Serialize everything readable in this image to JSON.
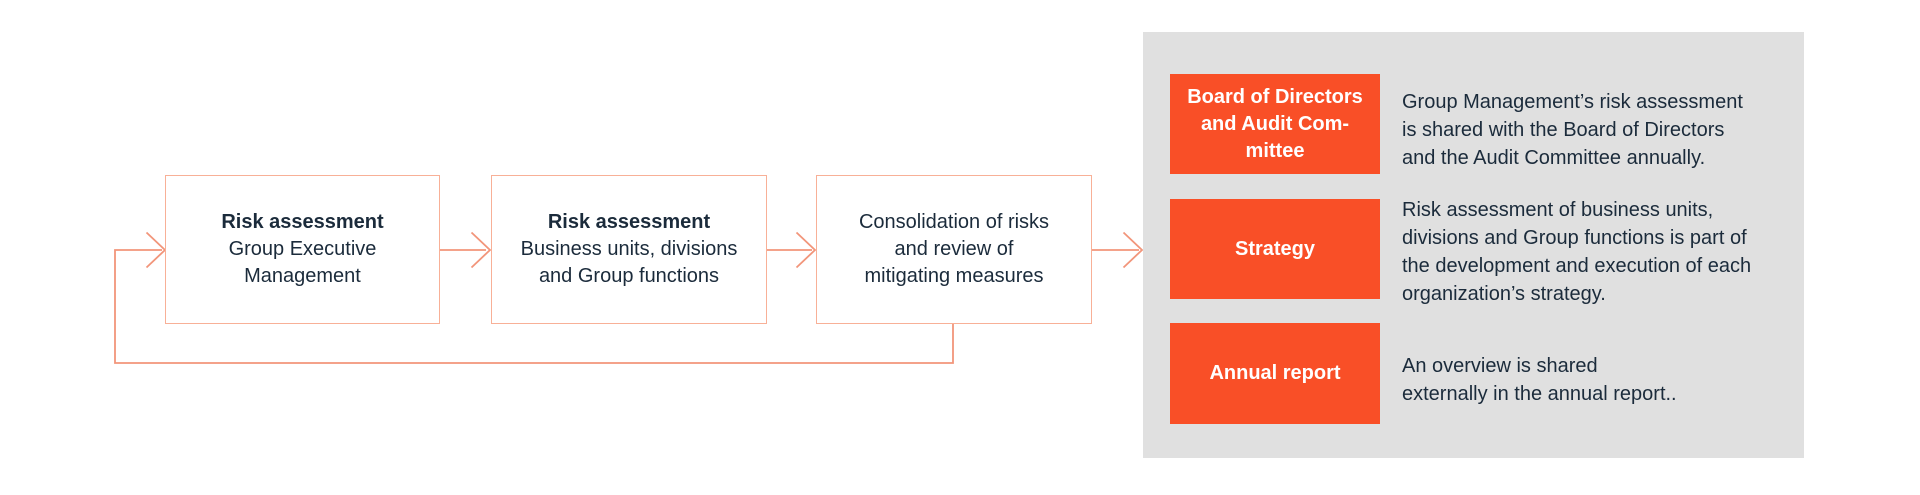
{
  "colors": {
    "accent_orange": "#F94F27",
    "panel_gray": "#E0E0E0",
    "text_dark": "#1B2B3B",
    "text_white": "#FFFFFF",
    "flow_box_bg": "#FFFFFF",
    "box_border_salmon": "#F8B097",
    "connector_salmon": "#F2957A"
  },
  "flow": {
    "boxes": [
      {
        "title": "Risk assessment",
        "body": "Group Executive\nManagement"
      },
      {
        "title": "Risk assessment",
        "body": "Business units, divisions\nand Group functions"
      },
      {
        "title": "",
        "body": "Consolidation of risks\nand review of\nmitigating measures"
      }
    ]
  },
  "panel": {
    "rows": [
      {
        "label": "Board of Directors\nand Audit Com-\nmittee",
        "description": "Group Management’s risk assessment\nis shared with the Board of Directors\nand the Audit Committee annually."
      },
      {
        "label": "Strategy",
        "description": "Risk assessment of business units,\ndivisions and Group functions is part of\nthe development and execution of each\norganization’s strategy."
      },
      {
        "label": "Annual report",
        "description": "An overview is shared\nexternally in the annual report.."
      }
    ]
  }
}
